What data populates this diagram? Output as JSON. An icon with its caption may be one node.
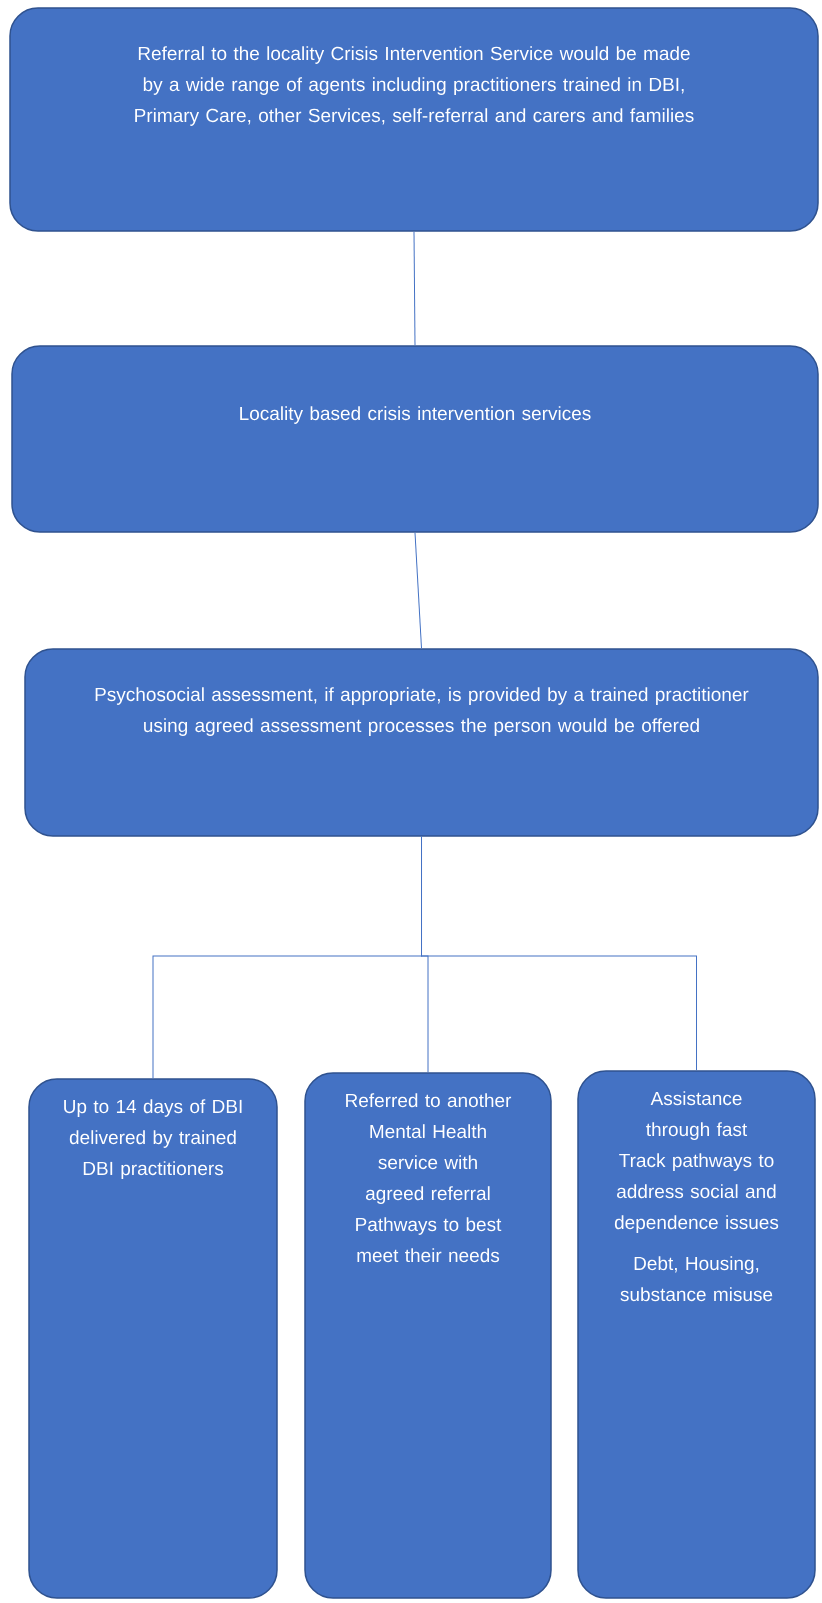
{
  "diagram": {
    "nodes": [
      {
        "text": [
          "Referral to the locality Crisis Intervention Service would be made by a wide range of agents including practitioners trained in DBI, Primary Care, other Services, self-referral and carers and families"
        ]
      },
      {
        "text": [
          "Locality based crisis intervention services"
        ]
      },
      {
        "text": [
          "Psychosocial assessment, if appropriate, is provided by a trained practitioner using agreed assessment processes the person would be offered"
        ]
      },
      {
        "text": [
          "Up to 14 days of DBI delivered by trained DBI practitioners"
        ]
      },
      {
        "text": [
          "Referred to another Mental Health service with agreed referral Pathways to best meet their needs"
        ]
      },
      {
        "text": [
          "Assistance through fast Track pathways to address social and dependence issues",
          "Debt, Housing, substance misuse"
        ]
      }
    ],
    "edges": [
      {
        "from": 0,
        "to": 1,
        "arrow": "none"
      },
      {
        "from": 1,
        "to": 2,
        "arrow": "none"
      },
      {
        "from": 2,
        "to": 3,
        "arrow": "none"
      },
      {
        "from": 2,
        "to": 4,
        "arrow": "none"
      },
      {
        "from": 2,
        "to": 5,
        "arrow": "none"
      }
    ]
  }
}
